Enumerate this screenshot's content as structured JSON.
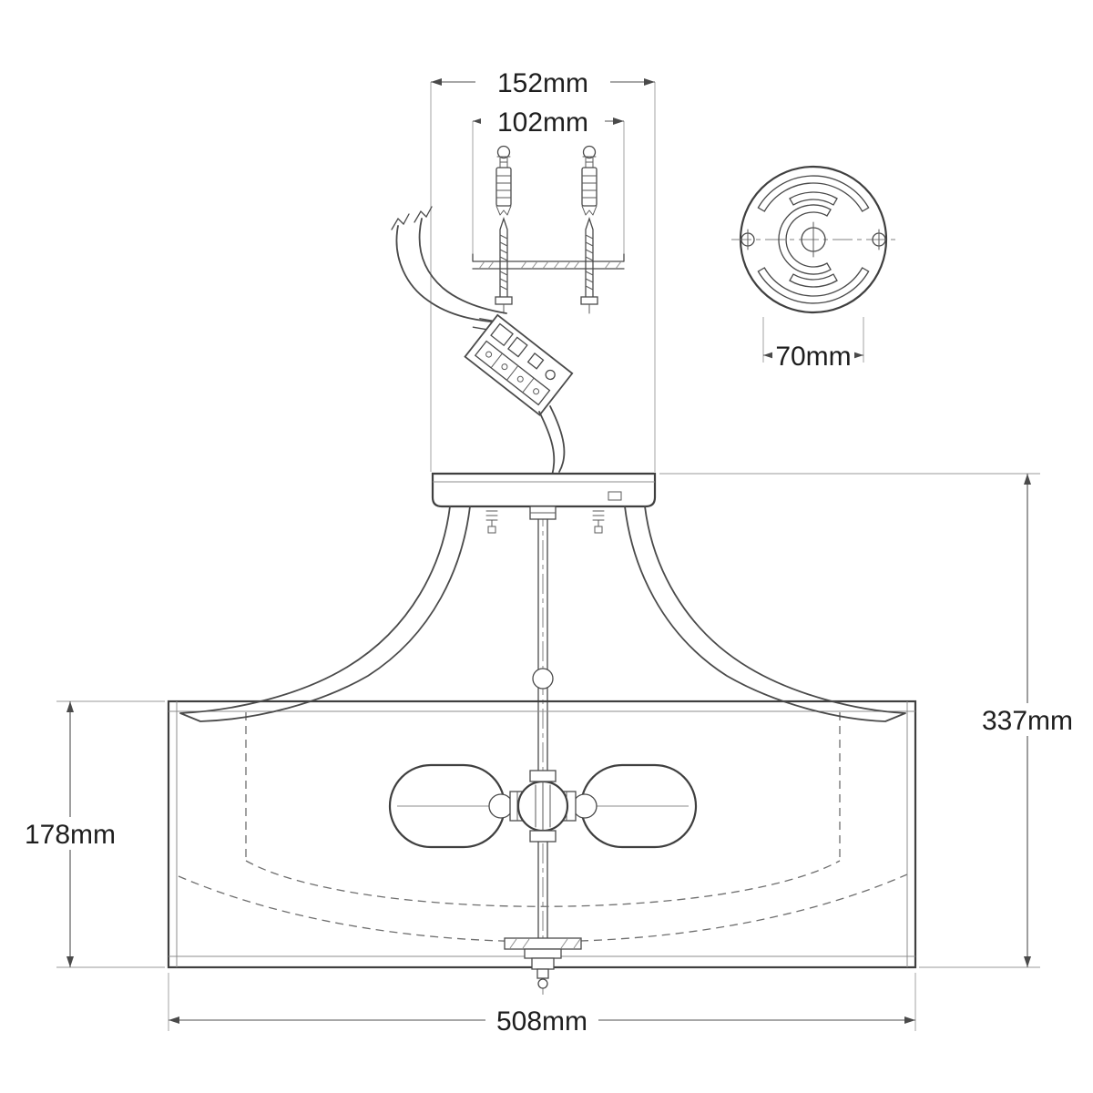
{
  "drawing": {
    "dimensions": {
      "canopy_width": "152mm",
      "fixing_centres": "102mm",
      "mounting_plate_width": "70mm",
      "overall_height": "337mm",
      "shade_height": "178mm",
      "shade_diameter": "508mm"
    }
  }
}
